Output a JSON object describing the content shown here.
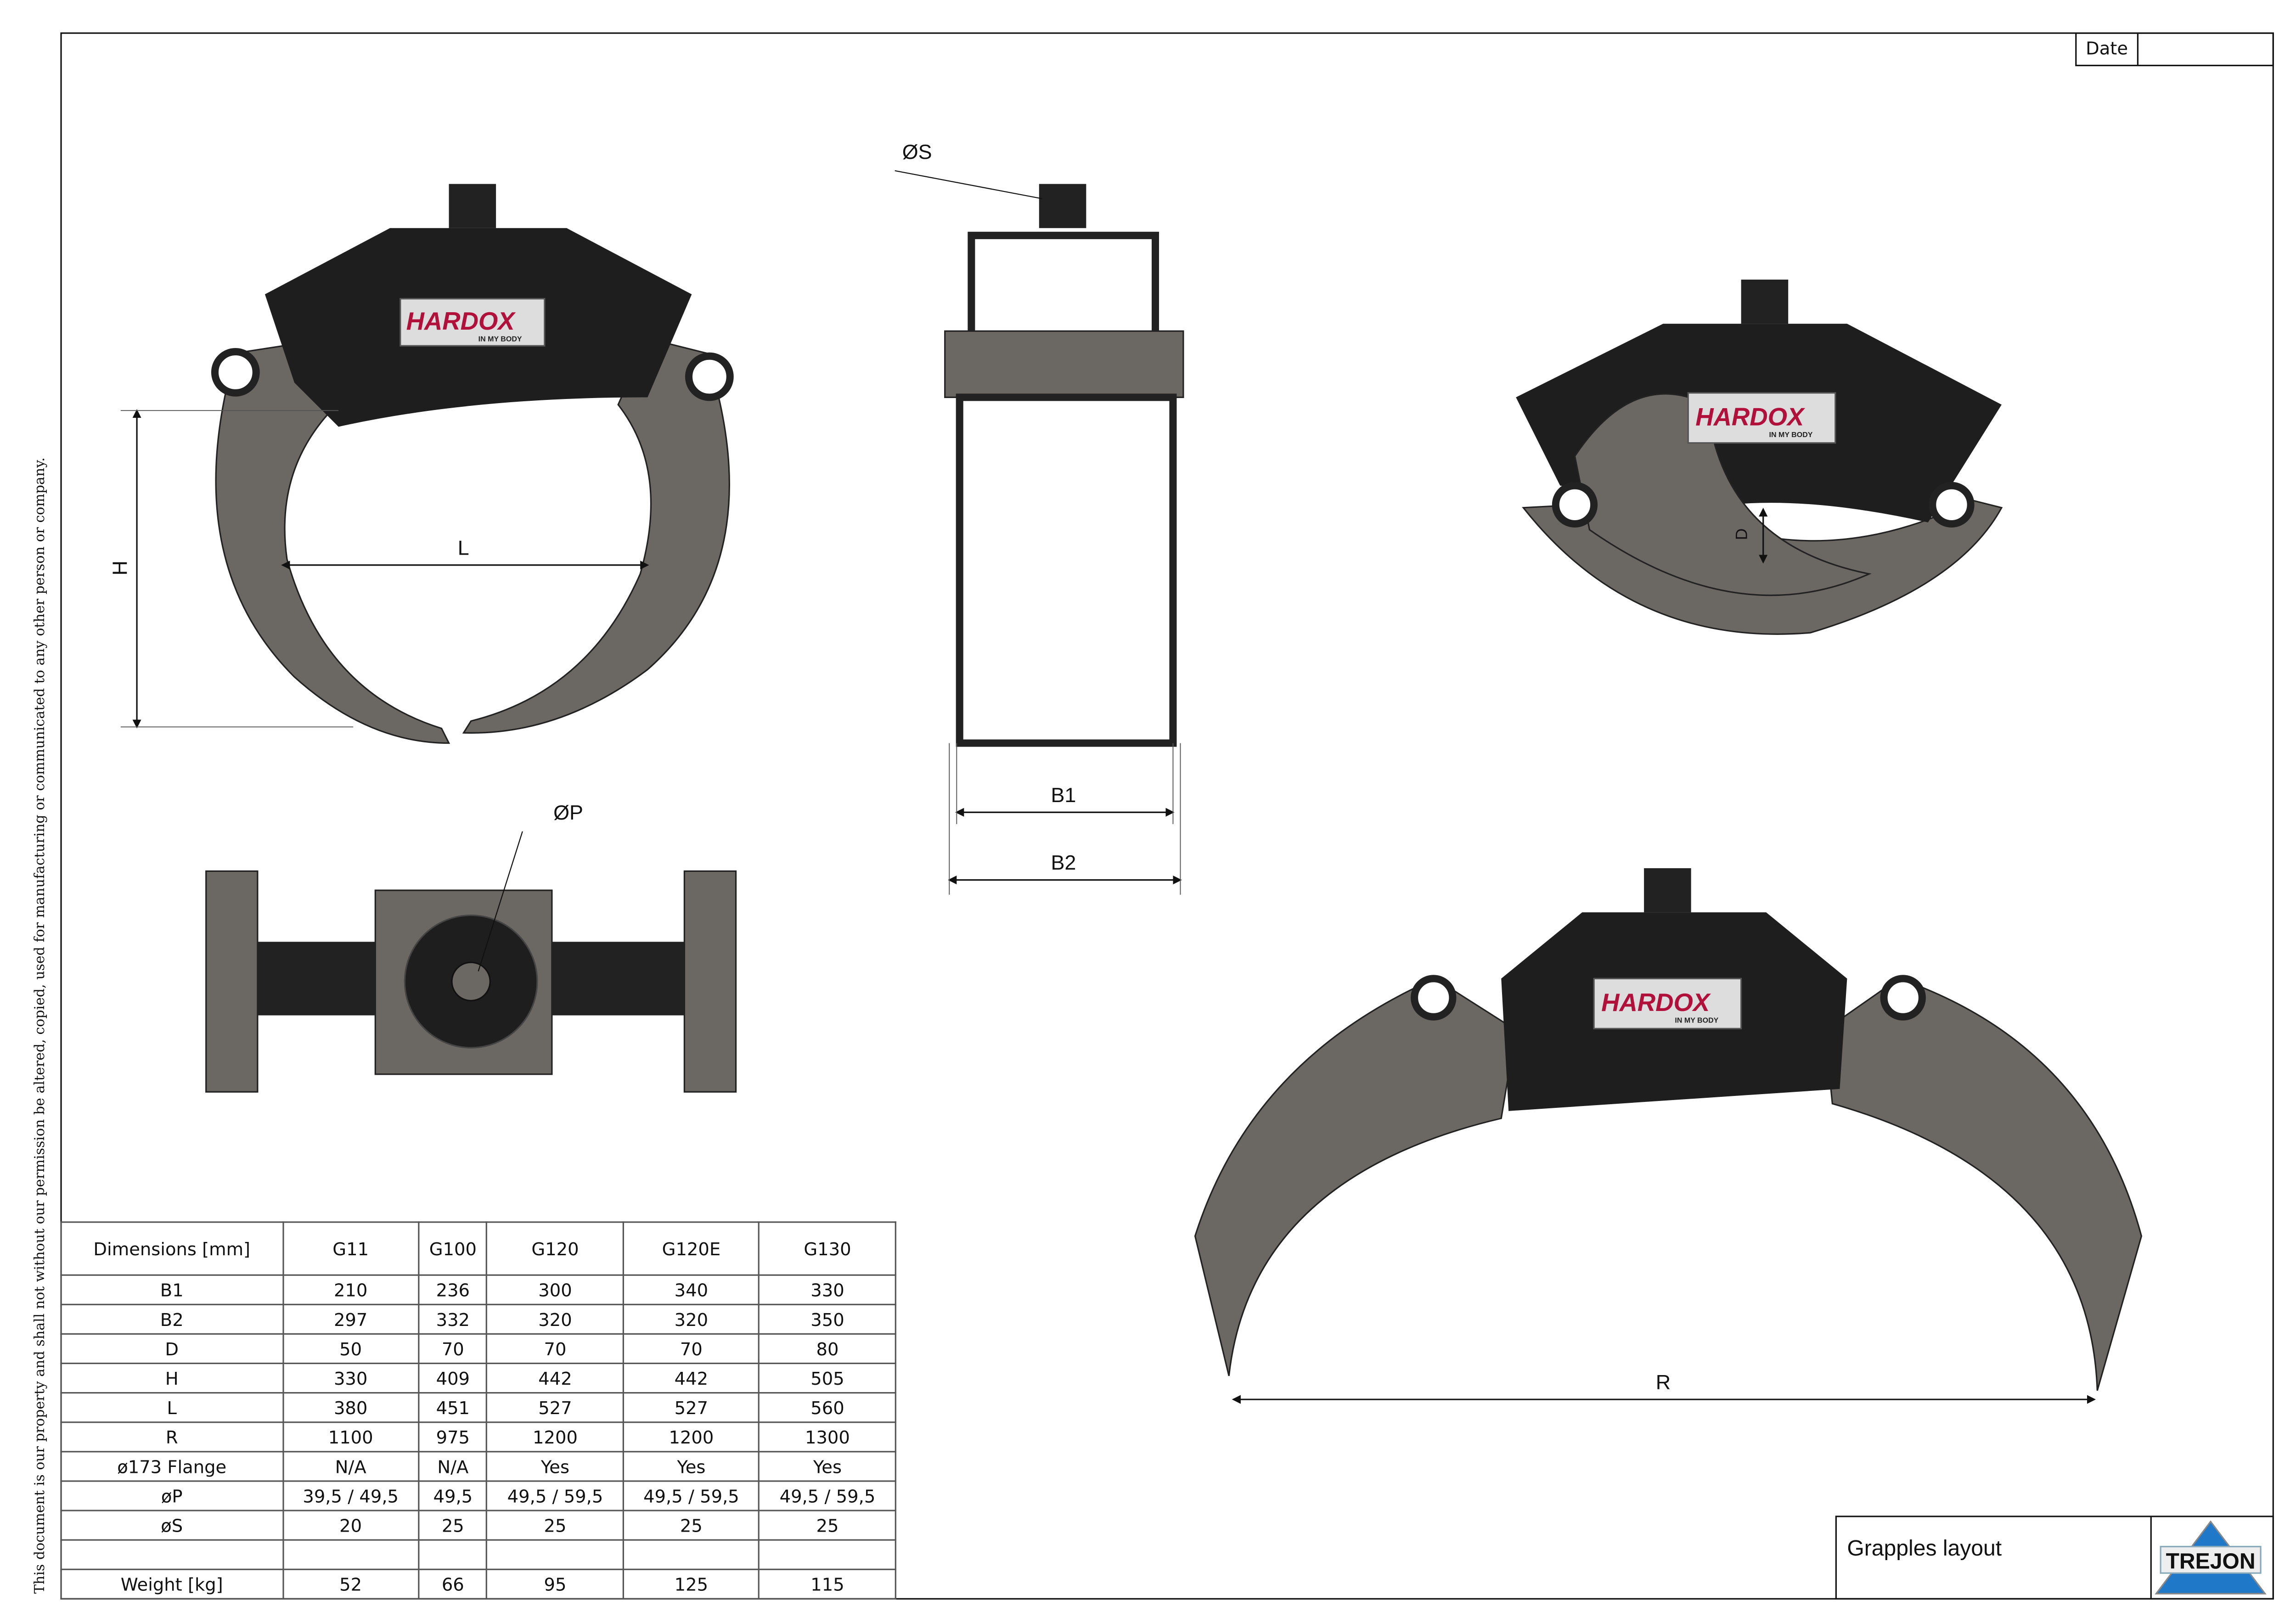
{
  "date_label": "Date",
  "side_notice": "This document is our property and shall not without our permission be altered, copied, used for manufacturing or communicated to any other person or company.",
  "title": "Grapples layout",
  "logo_text": "TREJON",
  "brand_plate": "HARDOX",
  "brand_sub": "IN MY BODY",
  "dimension_labels": {
    "S": "ØS",
    "P": "ØP",
    "H": "H",
    "L": "L",
    "B1": "B1",
    "B2": "B2",
    "D": "D",
    "R": "R"
  },
  "table": {
    "header": [
      "Dimensions [mm]",
      "G11",
      "G100",
      "G120",
      "G120E",
      "G130"
    ],
    "rows": [
      [
        "B1",
        "210",
        "236",
        "300",
        "340",
        "330"
      ],
      [
        "B2",
        "297",
        "332",
        "320",
        "320",
        "350"
      ],
      [
        "D",
        "50",
        "70",
        "70",
        "70",
        "80"
      ],
      [
        "H",
        "330",
        "409",
        "442",
        "442",
        "505"
      ],
      [
        "L",
        "380",
        "451",
        "527",
        "527",
        "560"
      ],
      [
        "R",
        "1100",
        "975",
        "1200",
        "1200",
        "1300"
      ],
      [
        "ø173 Flange",
        "N/A",
        "N/A",
        "Yes",
        "Yes",
        "Yes"
      ],
      [
        "øP",
        "39,5 / 49,5",
        "49,5",
        "49,5 / 59,5",
        "49,5 / 59,5",
        "49,5 / 59,5"
      ],
      [
        "øS",
        "20",
        "25",
        "25",
        "25",
        "25"
      ],
      [
        "",
        "",
        "",
        "",
        "",
        ""
      ],
      [
        "Weight [kg]",
        "52",
        "66",
        "95",
        "125",
        "115"
      ]
    ]
  },
  "colors": {
    "steel": "#6b6763",
    "body": "#1e1e1e",
    "logo_blue": "#1f78c8",
    "brand_red": "#b0103a"
  }
}
